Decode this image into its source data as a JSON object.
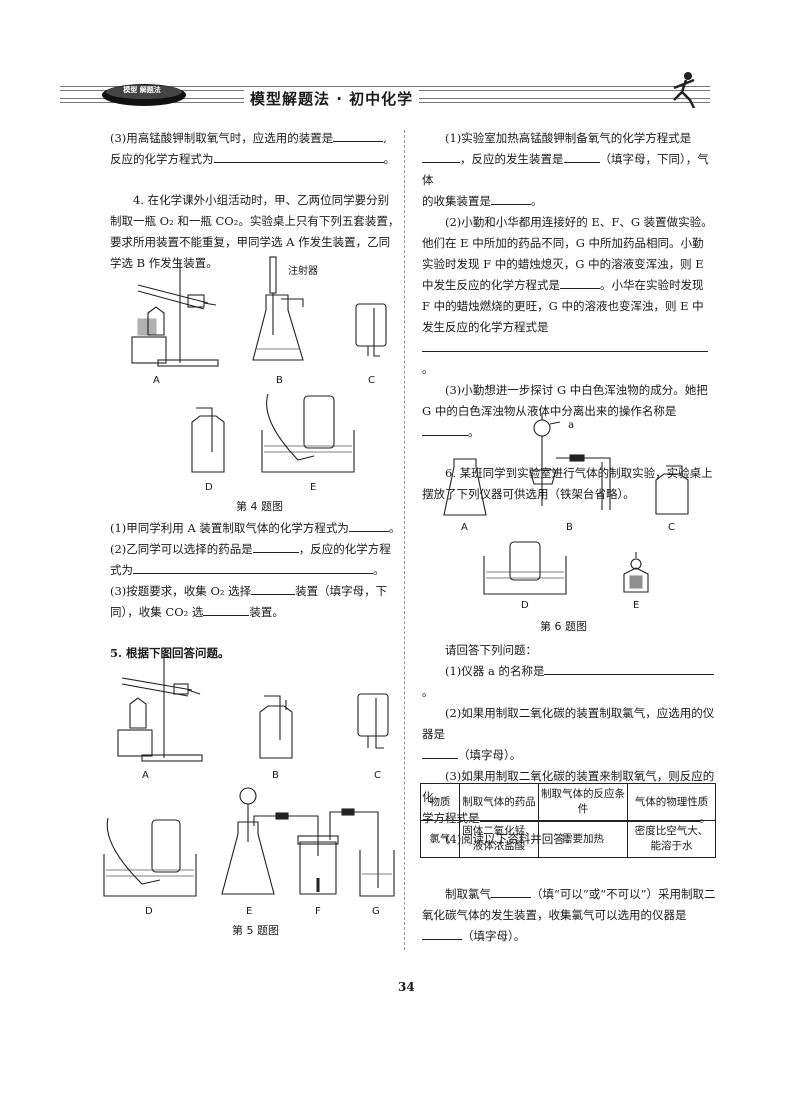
{
  "header": {
    "title": "模型解题法 · 初中化学",
    "logo_text": "模型 解题法"
  },
  "left": {
    "q3_line1": "(3)用高锰酸钾制取氧气时，应选用的装置是",
    "q3_line2": "反应的化学方程式为",
    "q4_intro": "4. 在化学课外小组活动时，甲、乙两位同学要分别制取一瓶 O₂ 和一瓶 CO₂。实验桌上只有下列五套装置，要求所用装置不能重复，甲同学选 A 作发生装置，乙同学选 B 作发生装置。",
    "fig4_labels": [
      "A",
      "B",
      "C",
      "D",
      "E"
    ],
    "fig4_syringe": "注射器",
    "fig4_caption": "第 4 题图",
    "q4_1": "(1)甲同学利用 A 装置制取气体的化学方程式为",
    "q4_2a": "(2)乙同学可以选择的药品是",
    "q4_2b": "，反应的化学方程",
    "q4_2c": "式为",
    "q4_3a": "(3)按题要求，收集 O₂ 选择",
    "q4_3b": "装置（填字母，下",
    "q4_3c": "同），收集 CO₂ 选",
    "q4_3d": "装置。",
    "q5_intro": "5. 根据下图回答问题。",
    "fig5_labels": [
      "A",
      "B",
      "C",
      "D",
      "E",
      "F",
      "G"
    ],
    "fig5_caption": "第 5 题图"
  },
  "right": {
    "q5_1a": "(1)实验室加热高锰酸钾制备氧气的化学方程式是",
    "q5_1b": "，反应的发生装置是",
    "q5_1c": "（填字母，下同），气体",
    "q5_1d": "的收集装置是",
    "q5_2": "(2)小勤和小华都用连接好的 E、F、G 装置做实验。他们在 E 中所加的药品不同，G 中所加药品相同。小勤实验时发现 F 中的蜡烛熄灭，G 中的溶液变浑浊，则 E 中发生反应的化学方程式是",
    "q5_2b": "。小华在实验时发现 F 中的蜡烛燃烧的更旺，G 中的溶液也变浑浊，则 E 中发生反应的化学方程式是",
    "q5_3": "(3)小勤想进一步探讨 G 中白色浑浊物的成分。她把 G 中的白色浑浊物从液体中分离出来的操作名称是",
    "q6_intro": "6. 某班同学到实验室进行气体的制取实验，实验桌上摆放了下列仪器可供选用（铁架台省略）。",
    "fig6_labels": [
      "A",
      "B",
      "C",
      "D",
      "E"
    ],
    "fig6_a": "a",
    "fig6_caption": "第 6 题图",
    "q6_lead": "请回答下列问题：",
    "q6_1": "(1)仪器 a 的名称是",
    "q6_2a": "(2)如果用制取二氧化碳的装置制取氯气，应选用的仪器是",
    "q6_2b": "（填字母）。",
    "q6_3a": "(3)如果用制取二氧化碳的装置来制取氧气，则反应的化",
    "q6_3b": "学方程式是",
    "q6_4": "(4)阅读以下资料并回答：",
    "table": {
      "headers": [
        "物质",
        "制取气体的药品",
        "制取气体的反应条件",
        "气体的物理性质"
      ],
      "row": [
        "氯气",
        "固体二氧化锰、液体浓盐酸",
        "需要加热",
        "密度比空气大、能溶于水"
      ]
    },
    "q6_5a": "制取氯气",
    "q6_5b": "（填“可以”或“不可以”）采用制取二氧化碳气体的发生装置，收集氯气可以选用的仪器是",
    "q6_5c": "（填字母）。"
  },
  "page_number": "34"
}
